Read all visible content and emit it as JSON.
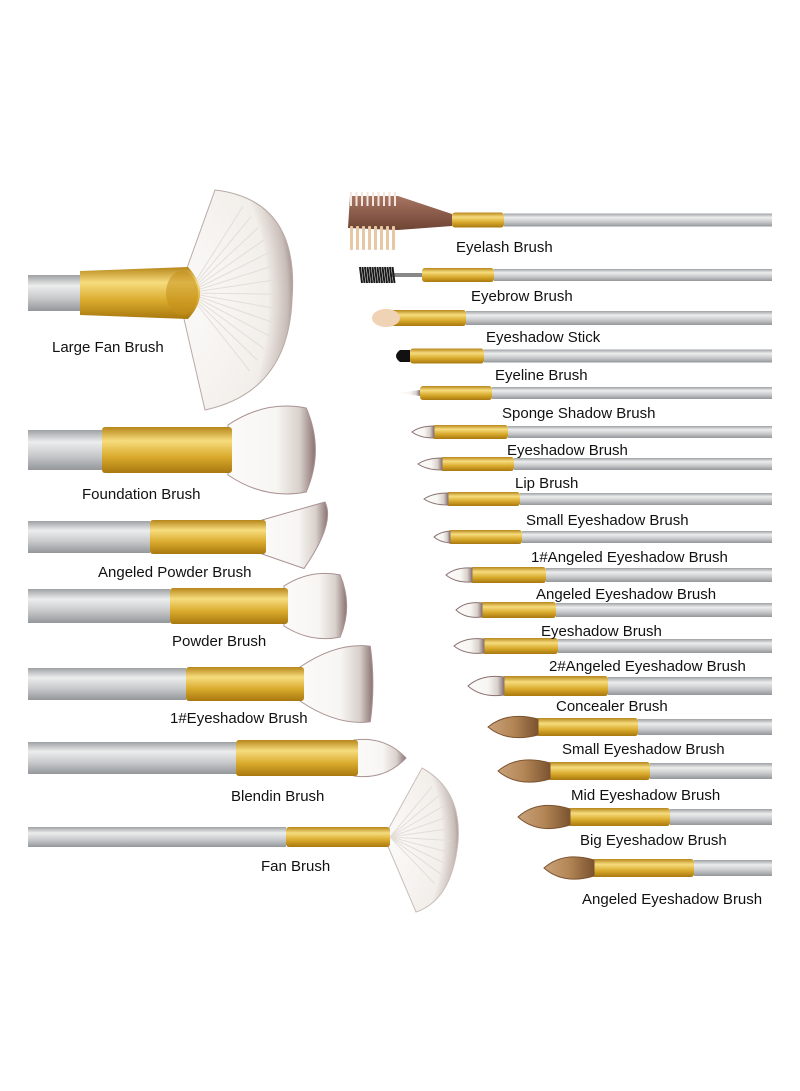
{
  "colors": {
    "background": "#ffffff",
    "handle": "#c4c6c8",
    "handle_highlight": "#e8e9ea",
    "ferrule": "#d8aa2a",
    "ferrule_highlight": "#f3d878",
    "bristle_white": "#f6f4f1",
    "bristle_tip": "#8a7070",
    "bristle_brown": "#a87a4a",
    "label_text": "#111111"
  },
  "brushes_left": [
    {
      "label": "Large Fan Brush",
      "head": "fan-icon"
    },
    {
      "label": "Foundation Brush",
      "head": "dome-icon"
    },
    {
      "label": "Angeled Powder Brush",
      "head": "angled-icon"
    },
    {
      "label": "Powder Brush",
      "head": "dome-icon"
    },
    {
      "label": "1#Eyeshadow Brush",
      "head": "flat-icon"
    },
    {
      "label": "Blendin Brush",
      "head": "tapered-icon"
    },
    {
      "label": "Fan Brush",
      "head": "fan-icon"
    }
  ],
  "brushes_right": [
    {
      "label": "Eyelash Brush",
      "head": "comb-icon"
    },
    {
      "label": "Eyebrow Brush",
      "head": "spoolie-icon"
    },
    {
      "label": "Eyeshadow Stick",
      "head": "sponge-icon"
    },
    {
      "label": "Eyeline Brush",
      "head": "liner-icon"
    },
    {
      "label": "Sponge Shadow Brush",
      "head": "thin-tip-icon"
    },
    {
      "label": "Eyeshadow Brush",
      "head": "small-tip-icon"
    },
    {
      "label": "Lip Brush",
      "head": "small-tip-icon"
    },
    {
      "label": "Small Eyeshadow Brush",
      "head": "small-tip-icon"
    },
    {
      "label": "1#Angeled Eyeshadow Brush",
      "head": "small-tip-icon"
    },
    {
      "label": "Angeled Eyeshadow Brush",
      "head": "small-tip-icon"
    },
    {
      "label": "Eyeshadow Brush",
      "head": "small-tip-icon"
    },
    {
      "label": "2#Angeled Eyeshadow Brush",
      "head": "small-tip-icon"
    },
    {
      "label": "Concealer Brush",
      "head": "small-tip-icon"
    },
    {
      "label": "Small Eyeshadow Brush",
      "head": "brown-tip-icon"
    },
    {
      "label": "Mid Eyeshadow Brush",
      "head": "brown-tip-icon"
    },
    {
      "label": "Big Eyeshadow Brush",
      "head": "brown-tip-icon"
    },
    {
      "label": "Angeled Eyeshadow Brush",
      "head": "brown-tip-icon"
    }
  ]
}
